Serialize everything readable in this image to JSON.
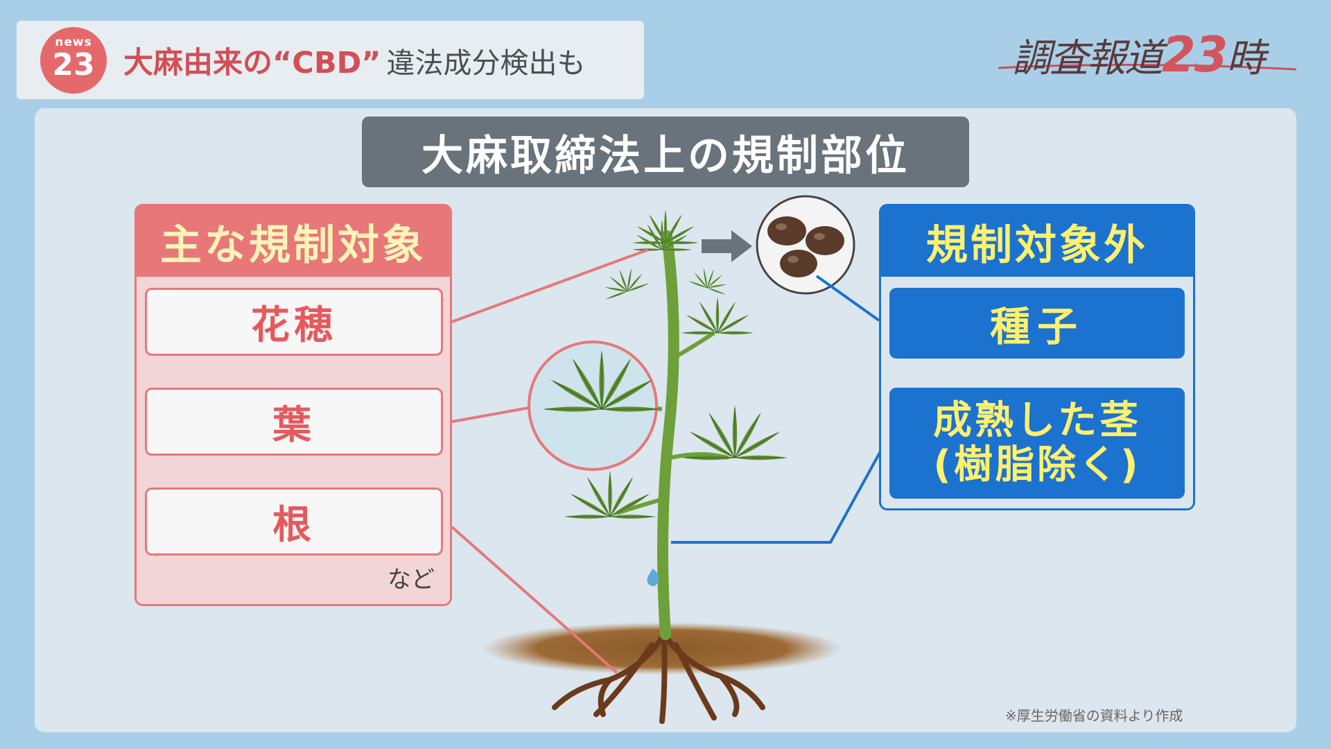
{
  "header": {
    "badge_top": "news",
    "badge_num": "23",
    "headline_red": "大麻由来の“CBD”",
    "headline_grey": "違法成分検出も"
  },
  "program_logo": {
    "text": "調査報道",
    "number": "23",
    "suffix": "時"
  },
  "title": "大麻取締法上の規制部位",
  "regulated": {
    "heading": "主な規制対象",
    "items": [
      "花穂",
      "葉",
      "根"
    ],
    "etc": "など"
  },
  "not_regulated": {
    "heading": "規制対象外",
    "items": [
      "種子",
      "成熟した茎",
      "(樹脂除く)"
    ]
  },
  "source": "※厚生労働省の資料より作成",
  "colors": {
    "background": "#a9cfe8",
    "regulated_accent": "#e77779",
    "not_regulated_accent": "#1b72cf",
    "title_bg": "#68737c",
    "highlight_yellow": "#fff06e"
  }
}
